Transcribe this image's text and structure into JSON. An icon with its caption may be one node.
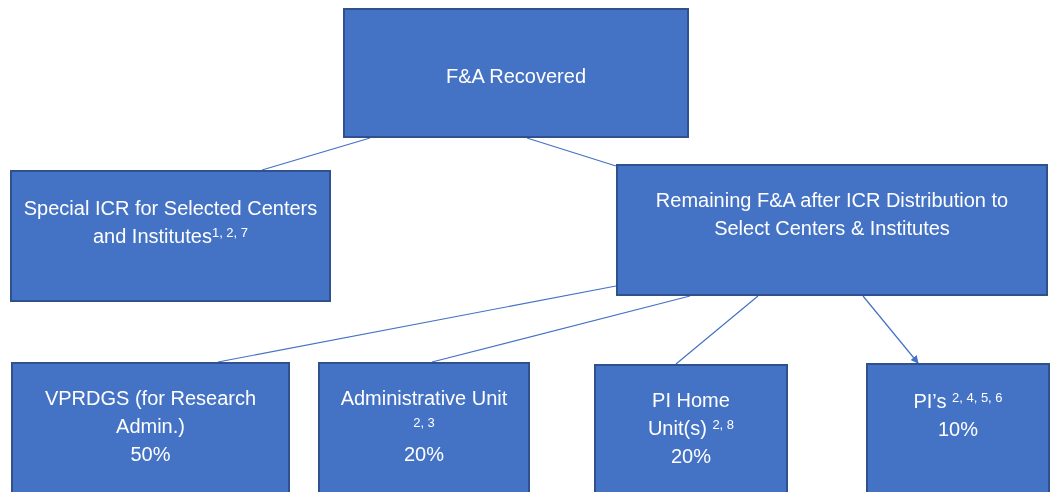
{
  "diagram": {
    "nodes": [
      {
        "text": [
          "F&A Recovered"
        ]
      },
      {
        "text": [
          "Special ICR for Selected Centers and Institutes$^{1, 2, 7}$"
        ]
      },
      {
        "text": [
          "Remaining F&A after ICR Distribution to Select Centers & Institutes"
        ]
      },
      {
        "text": [
          "VPRDGS (for Research Admin.)",
          "50%"
        ]
      },
      {
        "text": [
          "Administrative Unit $^{2, 3}$",
          "20%"
        ]
      },
      {
        "text": [
          "PI Home Unit(s) $^{2, 8}$",
          "20%"
        ]
      },
      {
        "text": [
          "PI’s $^{2, 4, 5, 6}$",
          "10%"
        ]
      }
    ],
    "edges": [
      {
        "from": 0,
        "to": 1,
        "arrow": "none"
      },
      {
        "from": 0,
        "to": 2,
        "arrow": "none"
      },
      {
        "from": 2,
        "to": 3,
        "arrow": "none"
      },
      {
        "from": 2,
        "to": 4,
        "arrow": "none"
      },
      {
        "from": 2,
        "to": 5,
        "arrow": "none"
      },
      {
        "from": 2,
        "to": 6,
        "arrow": "to"
      }
    ]
  }
}
